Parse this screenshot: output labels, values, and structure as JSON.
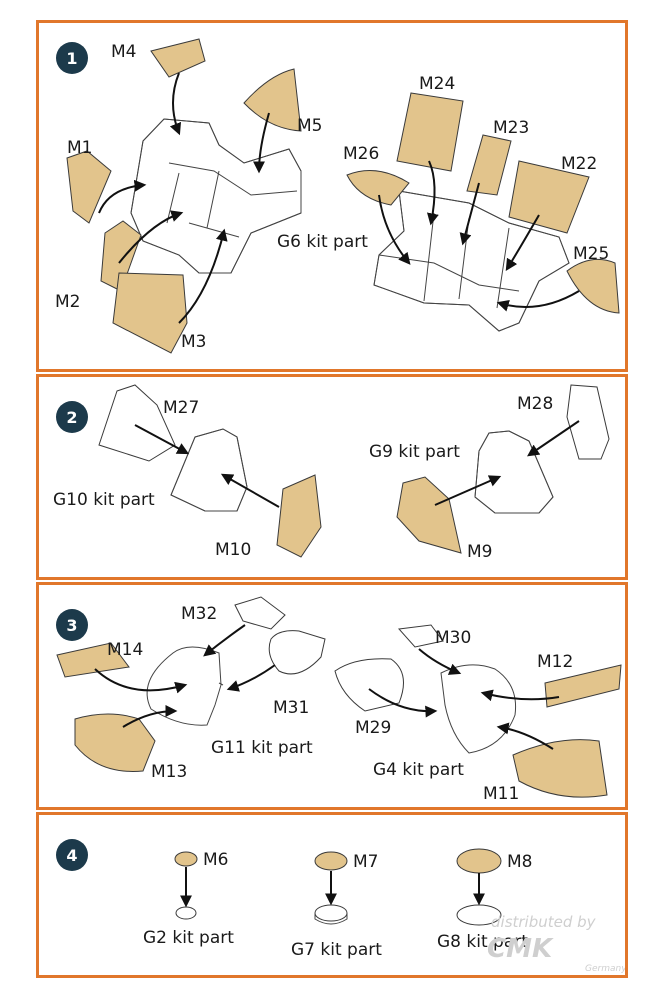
{
  "steps": [
    {
      "number": "1",
      "labels": {
        "m4": "M4",
        "m5": "M5",
        "m1": "M1",
        "m2": "M2",
        "m3": "M3",
        "m24": "M24",
        "m23": "M23",
        "m26": "M26",
        "m22": "M22",
        "m25": "M25",
        "kit": "G6 kit part"
      }
    },
    {
      "number": "2",
      "labels": {
        "m27": "M27",
        "m28": "M28",
        "kit_left": "G10 kit part",
        "kit_right": "G9 kit part",
        "m10": "M10",
        "m9": "M9"
      }
    },
    {
      "number": "3",
      "labels": {
        "m32": "M32",
        "m30": "M30",
        "m14": "M14",
        "m12": "M12",
        "m31": "M31",
        "m29": "M29",
        "kit_left": "G11 kit part",
        "kit_right": "G4 kit part",
        "m13": "M13",
        "m11": "M11"
      }
    },
    {
      "number": "4",
      "labels": {
        "m6": "M6",
        "m7": "M7",
        "m8": "M8",
        "kit1": "G2 kit part",
        "kit2": "G7 kit part",
        "kit3": "G8 kit part"
      }
    }
  ],
  "watermark": {
    "line1": "distributed by",
    "line2": "CMK",
    "line3": "Germany"
  },
  "colors": {
    "border": "#e1772b",
    "mask": "#e2c48c",
    "badge": "#1c3a4b"
  }
}
